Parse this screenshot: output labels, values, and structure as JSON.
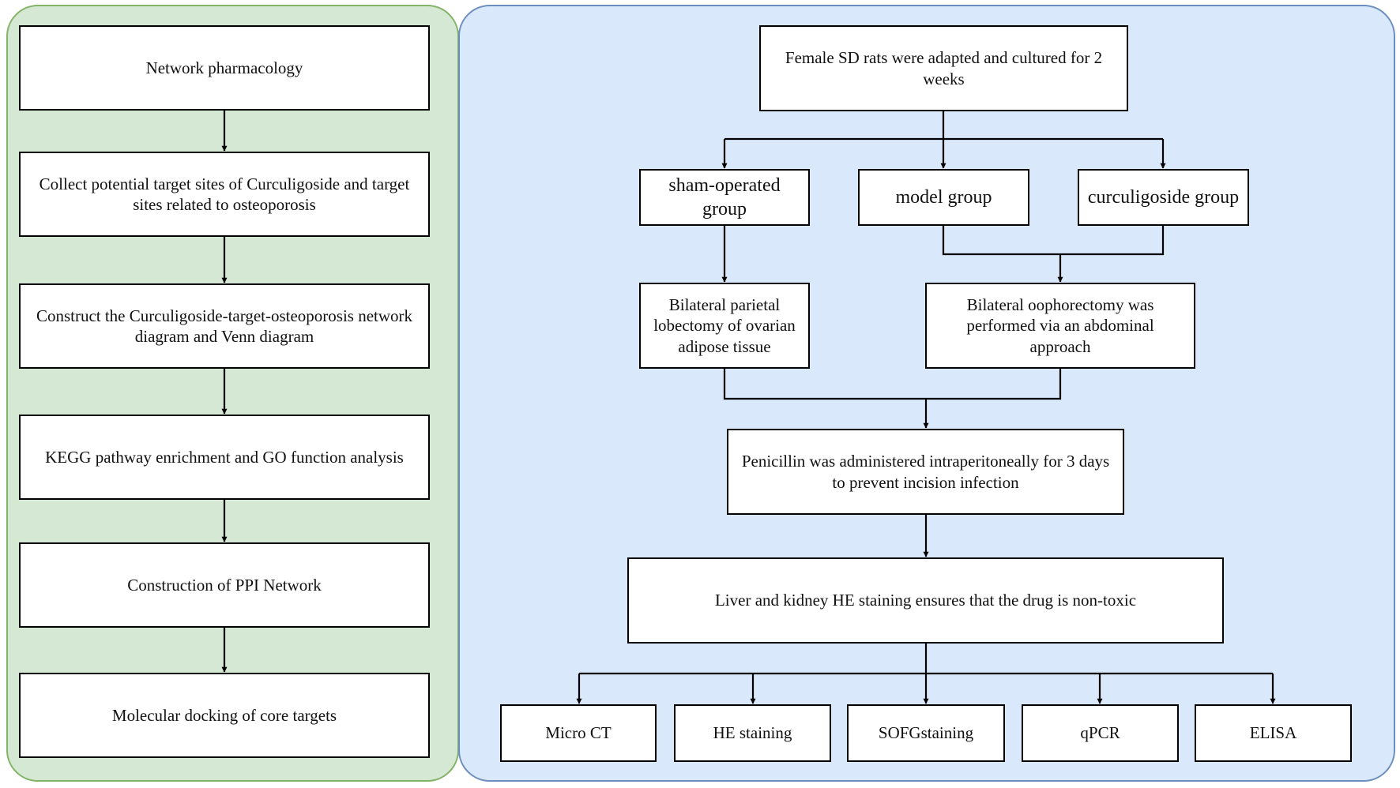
{
  "left_column": {
    "steps": [
      "Network pharmacology",
      "Collect potential target sites of Curculigoside and target sites related to osteoporosis",
      "Construct the Curculigoside-target-osteoporosis network diagram and Venn diagram",
      "KEGG pathway enrichment and GO function analysis",
      "Construction of PPI Network",
      "Molecular docking of core targets"
    ]
  },
  "right_column": {
    "start": "Female SD rats were adapted and cultured for 2 weeks",
    "groups": [
      "sham-operated group",
      "model group",
      "curculigoside group"
    ],
    "sham_procedure": "Bilateral parietal lobectomy of ovarian adipose tissue",
    "ovx_procedure": "Bilateral oophorectomy was performed via an abdominal approach",
    "antibiotic": "Penicillin was administered intraperitoneally for 3 days to prevent incision infection",
    "toxicity_check": "Liver and kidney HE staining ensures that the drug is non-toxic",
    "assays": [
      "Micro CT",
      "HE staining",
      "SOFGstaining",
      "qPCR",
      "ELISA"
    ]
  },
  "colors": {
    "left_fill": "#d5e8d4",
    "left_border": "#82b366",
    "right_fill": "#dae8fc",
    "right_border": "#6c8ebf"
  }
}
